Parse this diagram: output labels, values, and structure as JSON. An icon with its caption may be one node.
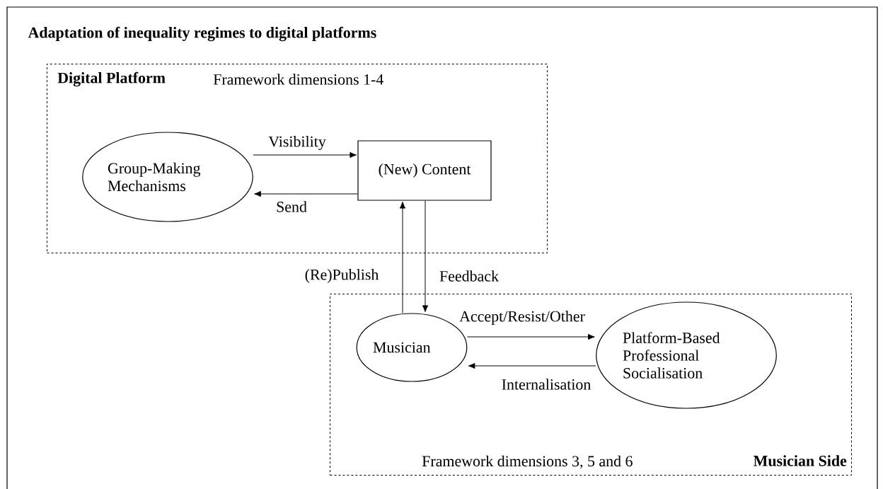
{
  "diagram": {
    "title": "Adaptation of inequality regimes to digital platforms",
    "nodes": [
      {
        "text": [
          "Digital Platform",
          "Framework dimensions 1-4"
        ]
      },
      {
        "text": [
          "Group-Making Mechanisms"
        ],
        "in": 0
      },
      {
        "text": [
          "(New) Content"
        ],
        "in": 0
      },
      {
        "text": [
          "Framework dimensions 3, 5 and 6",
          "Musician Side"
        ]
      },
      {
        "text": [
          "Musician"
        ],
        "in": 3
      },
      {
        "text": [
          "Platform-Based Professional Socialisation"
        ],
        "in": 3
      }
    ],
    "edges": [
      {
        "from": 1,
        "to": 2,
        "arrow": "to",
        "label": "Visibility"
      },
      {
        "from": 2,
        "to": 1,
        "arrow": "to",
        "label": "Send"
      },
      {
        "from": 4,
        "to": 2,
        "arrow": "to",
        "label": "(Re)Publish"
      },
      {
        "from": 2,
        "to": 4,
        "arrow": "to",
        "label": "Feedback"
      },
      {
        "from": 4,
        "to": 5,
        "arrow": "to",
        "label": "Accept/Resist/Other"
      },
      {
        "from": 5,
        "to": 4,
        "arrow": "to",
        "label": "Internalisation"
      }
    ]
  }
}
